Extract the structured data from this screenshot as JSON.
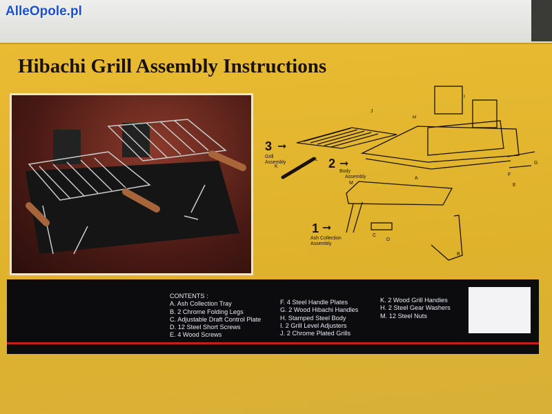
{
  "watermark": "AlleOpole.pl",
  "title": "Hibachi Grill Assembly Instructions",
  "diagram": {
    "steps": [
      {
        "num": "3",
        "label1": "Grill",
        "label2": "Assembly"
      },
      {
        "num": "2",
        "label1": "Body",
        "label2": "Assembly"
      },
      {
        "num": "1",
        "label1": "Ash Collection",
        "label2": "Assembly"
      }
    ],
    "part_letters": [
      "J",
      "H",
      "I",
      "K",
      "L",
      "M",
      "A",
      "G",
      "F",
      "E",
      "C",
      "D",
      "B"
    ]
  },
  "contents": {
    "heading": "CONTENTS :",
    "col1": [
      "A. Ash Collection Tray",
      "B. 2 Chrome Folding Legs",
      "C. Adjustable Draft Control Plate",
      "D. 12 Steel Short Screws",
      "E. 4 Wood Screws"
    ],
    "col2": [
      "F. 4 Steel Handle Plates",
      "G. 2 Wood Hibachi Handles",
      "H. Stamped Steel Body",
      "I.  2 Grill Level Adjusters",
      "J. 2 Chrome Plated Grills"
    ],
    "col3": [
      "K. 2 Wood Grill Handies",
      "H. 2 Steel Gear Washers",
      "M. 12 Steel Nuts"
    ]
  }
}
